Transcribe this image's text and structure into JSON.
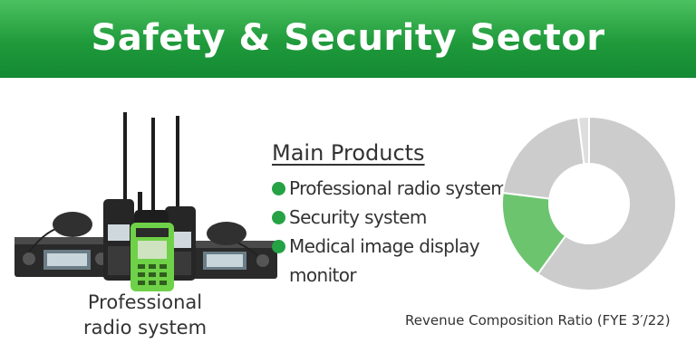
{
  "header": {
    "title": "Safety & Security Sector"
  },
  "product_image": {
    "caption_line1": "Professional",
    "caption_line2": "radio system"
  },
  "main_products": {
    "title": "Main Products",
    "items": [
      {
        "label_line1": "Professional radio system",
        "label_line2": ""
      },
      {
        "label_line1": "Security system",
        "label_line2": ""
      },
      {
        "label_line1": "Medical image display",
        "label_line2": "monitor"
      }
    ]
  },
  "colors": {
    "header_green": "#1f9a3b",
    "bullet_green": "#25a244",
    "highlight_green": "#6cc46e",
    "other_gray": "#cccccc"
  },
  "chart_data": {
    "type": "pie",
    "style": "donut",
    "title": "",
    "caption": "Revenue Composition Ratio (FYE 3′/22)",
    "categories": [
      "",
      "",
      "",
      ""
    ],
    "values": [
      60,
      17,
      21,
      2
    ],
    "colors": [
      "#cccccc",
      "#6cc46e",
      "#cccccc",
      "#dedede"
    ],
    "start_angle_deg": 0,
    "legend": "none"
  }
}
